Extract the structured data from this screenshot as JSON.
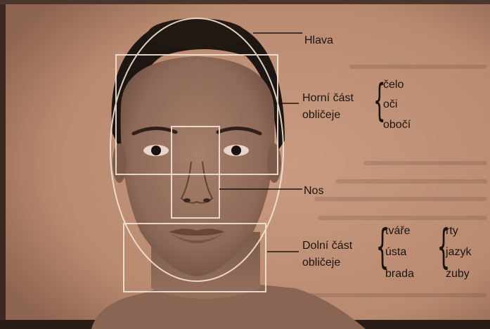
{
  "labels": {
    "head": "Hlava",
    "upper_face_line1": "Horní část",
    "upper_face_line2": "obličeje",
    "upper_parts": [
      "čelo",
      "oči",
      "obočí"
    ],
    "nose": "Nos",
    "lower_face_line1": "Dolní část",
    "lower_face_line2": "obličeje",
    "lower_parts": [
      "tváře",
      "ústa",
      "brada"
    ],
    "lower_subparts": [
      "rty",
      "jazyk",
      "zuby"
    ]
  }
}
